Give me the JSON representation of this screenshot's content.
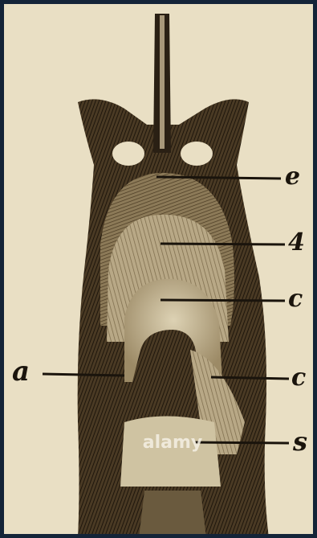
{
  "figure": {
    "labels": {
      "e": "e",
      "four": "4",
      "c1": "c",
      "c2": "c",
      "a": "a",
      "s": "s"
    },
    "watermark": "alamy"
  },
  "colors": {
    "paper": "#e9dfc4",
    "ink": "#1a140c",
    "border": "#142438"
  }
}
